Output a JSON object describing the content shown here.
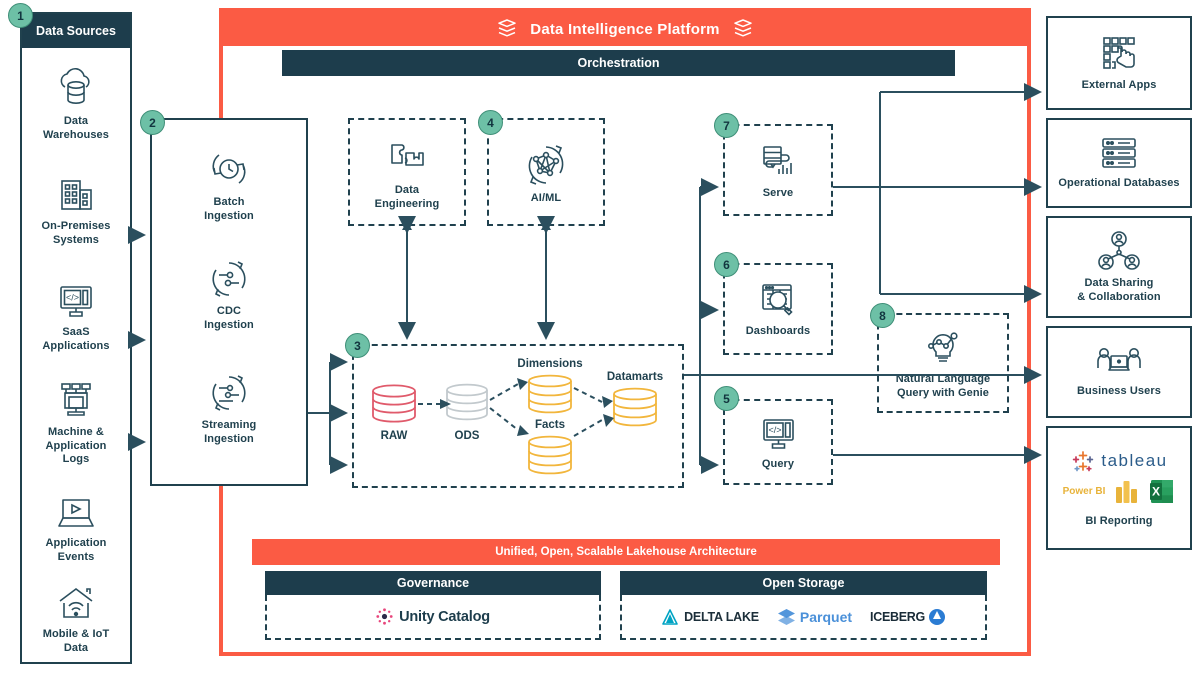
{
  "diagram": {
    "platform_title": "Data Intelligence Platform",
    "platform_logo_icon": "databricks-stack-icon",
    "orchestration_label": "Orchestration",
    "lakehouse_banner": "Unified, Open, Scalable Lakehouse Architecture"
  },
  "sources": {
    "title": "Data Sources",
    "badge": "1",
    "items": [
      {
        "label": "Data\nWarehouses",
        "icon": "cloud-database-icon"
      },
      {
        "label": "On-Premises\nSystems",
        "icon": "office-building-icon"
      },
      {
        "label": "SaaS\nApplications",
        "icon": "code-monitor-icon"
      },
      {
        "label": "Machine &\nApplication\nLogs",
        "icon": "network-nodes-icon"
      },
      {
        "label": "Application\nEvents",
        "icon": "laptop-play-icon"
      },
      {
        "label": "Mobile & IoT\nData",
        "icon": "house-wifi-icon"
      }
    ]
  },
  "ingestion": {
    "badge": "2",
    "items": [
      {
        "label": "Batch\nIngestion",
        "icon": "clock-refresh-icon"
      },
      {
        "label": "CDC\nIngestion",
        "icon": "cdc-sync-icon"
      },
      {
        "label": "Streaming\nIngestion",
        "icon": "stream-sync-icon"
      }
    ]
  },
  "processing": {
    "data_engineering": {
      "label": "Data\nEngineering",
      "icon": "puzzle-pieces-icon"
    },
    "ai_ml": {
      "label": "AI/ML",
      "badge": "4",
      "icon": "neural-network-icon"
    }
  },
  "lakehouse": {
    "badge": "3",
    "stages": [
      {
        "label": "RAW",
        "color": "#e05a6b"
      },
      {
        "label": "ODS",
        "color": "#c9cfd3"
      },
      {
        "label": "Dimensions",
        "color": "#f2b63c"
      },
      {
        "label": "Facts",
        "color": "#f2b63c"
      },
      {
        "label": "Datamarts",
        "color": "#f2b63c"
      }
    ]
  },
  "consumption": {
    "serve": {
      "label": "Serve",
      "badge": "7",
      "icon": "serve-chart-icon"
    },
    "dashboards": {
      "label": "Dashboards",
      "badge": "6",
      "icon": "dashboard-search-icon"
    },
    "query": {
      "label": "Query",
      "badge": "5",
      "icon": "code-monitor-icon"
    },
    "genie": {
      "label": "Natural Language\nQuery with Genie",
      "badge": "8",
      "icon": "lightbulb-network-icon"
    }
  },
  "consumers": [
    {
      "label": "External Apps",
      "icon": "app-grid-click-icon"
    },
    {
      "label": "Operational Databases",
      "icon": "server-rack-icon"
    },
    {
      "label": "Data Sharing\n& Collaboration",
      "icon": "user-network-icon"
    },
    {
      "label": "Business Users",
      "icon": "users-laptop-icon"
    },
    {
      "label": "BI Reporting",
      "icon": "bi-logos",
      "logos": [
        "tableau",
        "Power BI",
        "Excel"
      ]
    }
  ],
  "foundation": {
    "governance": {
      "title": "Governance",
      "tool": "Unity Catalog",
      "icon": "unity-catalog-icon"
    },
    "open_storage": {
      "title": "Open Storage",
      "tools": [
        "DELTA LAKE",
        "Parquet",
        "ICEBERG"
      ]
    }
  },
  "colors": {
    "accent_orange": "#fb5b44",
    "dark_navy": "#1d3d4c",
    "badge_green": "#6dc0a6",
    "line": "#2b4f5e",
    "raw_red": "#e05a6b",
    "ods_gray": "#c9cfd3",
    "mart_yellow": "#f2b63c"
  }
}
